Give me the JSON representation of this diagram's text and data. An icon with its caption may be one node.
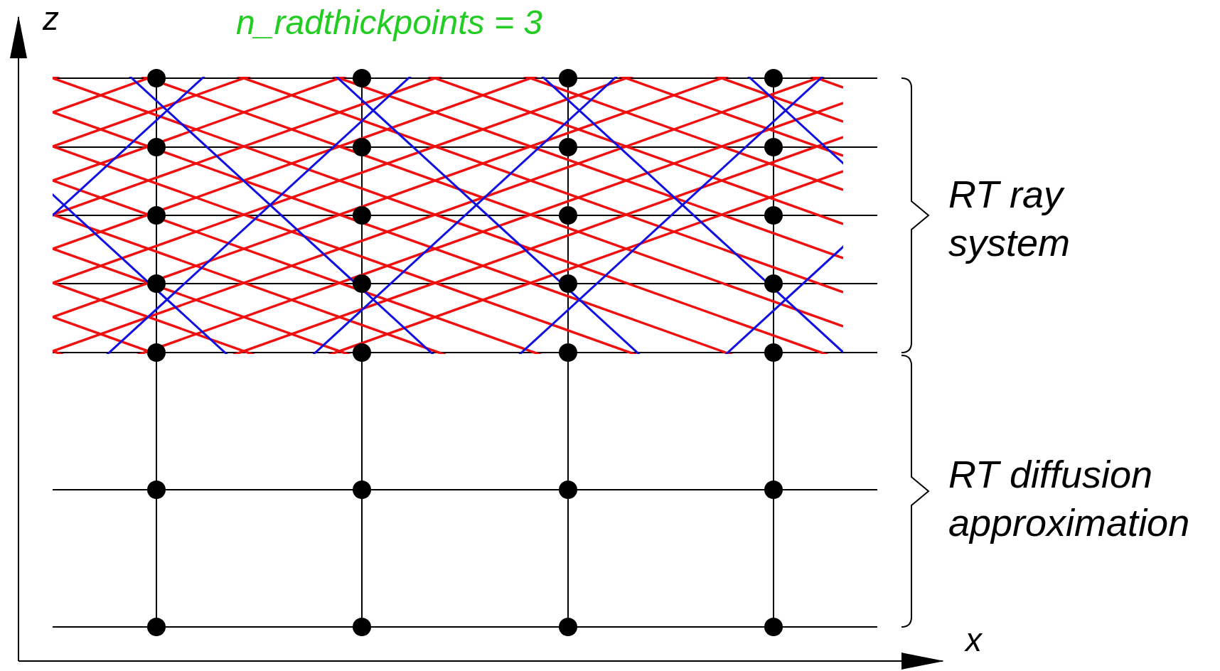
{
  "diagram": {
    "labels": [
      "z",
      "n_radthickpoints = 3",
      "RT ray system",
      "RT diffusion approximation",
      "x"
    ]
  }
}
